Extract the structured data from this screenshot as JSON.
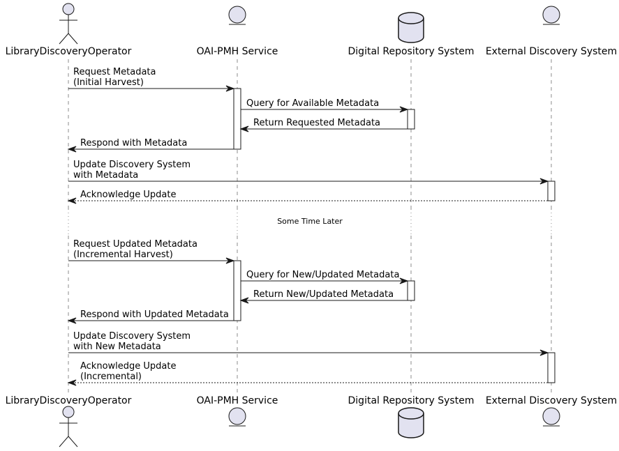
{
  "participants": [
    {
      "id": "operator",
      "name": "LibraryDiscoveryOperator",
      "kind": "actor"
    },
    {
      "id": "oai",
      "name": "OAI-PMH Service",
      "kind": "entity"
    },
    {
      "id": "repo",
      "name": "Digital Repository System",
      "kind": "database"
    },
    {
      "id": "ext",
      "name": "External Discovery System",
      "kind": "entity"
    }
  ],
  "divider": {
    "label": "Some Time Later"
  },
  "messages": [
    {
      "id": "m1",
      "from": "operator",
      "to": "oai",
      "lines": [
        "Request Metadata",
        "(Initial Harvest)"
      ],
      "style": "solid"
    },
    {
      "id": "m2",
      "from": "oai",
      "to": "repo",
      "lines": [
        "Query for Available Metadata"
      ],
      "style": "solid"
    },
    {
      "id": "m3",
      "from": "repo",
      "to": "oai",
      "lines": [
        "Return Requested Metadata"
      ],
      "style": "solid"
    },
    {
      "id": "m4",
      "from": "oai",
      "to": "operator",
      "lines": [
        "Respond with Metadata"
      ],
      "style": "solid"
    },
    {
      "id": "m5",
      "from": "operator",
      "to": "ext",
      "lines": [
        "Update Discovery System",
        "with Metadata"
      ],
      "style": "solid"
    },
    {
      "id": "m6",
      "from": "ext",
      "to": "operator",
      "lines": [
        "Acknowledge Update"
      ],
      "style": "dashed"
    },
    {
      "id": "m7",
      "from": "operator",
      "to": "oai",
      "lines": [
        "Request Updated Metadata",
        "(Incremental Harvest)"
      ],
      "style": "solid"
    },
    {
      "id": "m8",
      "from": "oai",
      "to": "repo",
      "lines": [
        "Query for New/Updated Metadata"
      ],
      "style": "solid"
    },
    {
      "id": "m9",
      "from": "repo",
      "to": "oai",
      "lines": [
        "Return New/Updated Metadata"
      ],
      "style": "solid"
    },
    {
      "id": "m10",
      "from": "oai",
      "to": "operator",
      "lines": [
        "Respond with Updated Metadata"
      ],
      "style": "solid"
    },
    {
      "id": "m11",
      "from": "operator",
      "to": "ext",
      "lines": [
        "Update Discovery System",
        "with New Metadata"
      ],
      "style": "solid"
    },
    {
      "id": "m12",
      "from": "ext",
      "to": "operator",
      "lines": [
        "Acknowledge Update",
        "(Incremental)"
      ],
      "style": "dashed"
    }
  ]
}
